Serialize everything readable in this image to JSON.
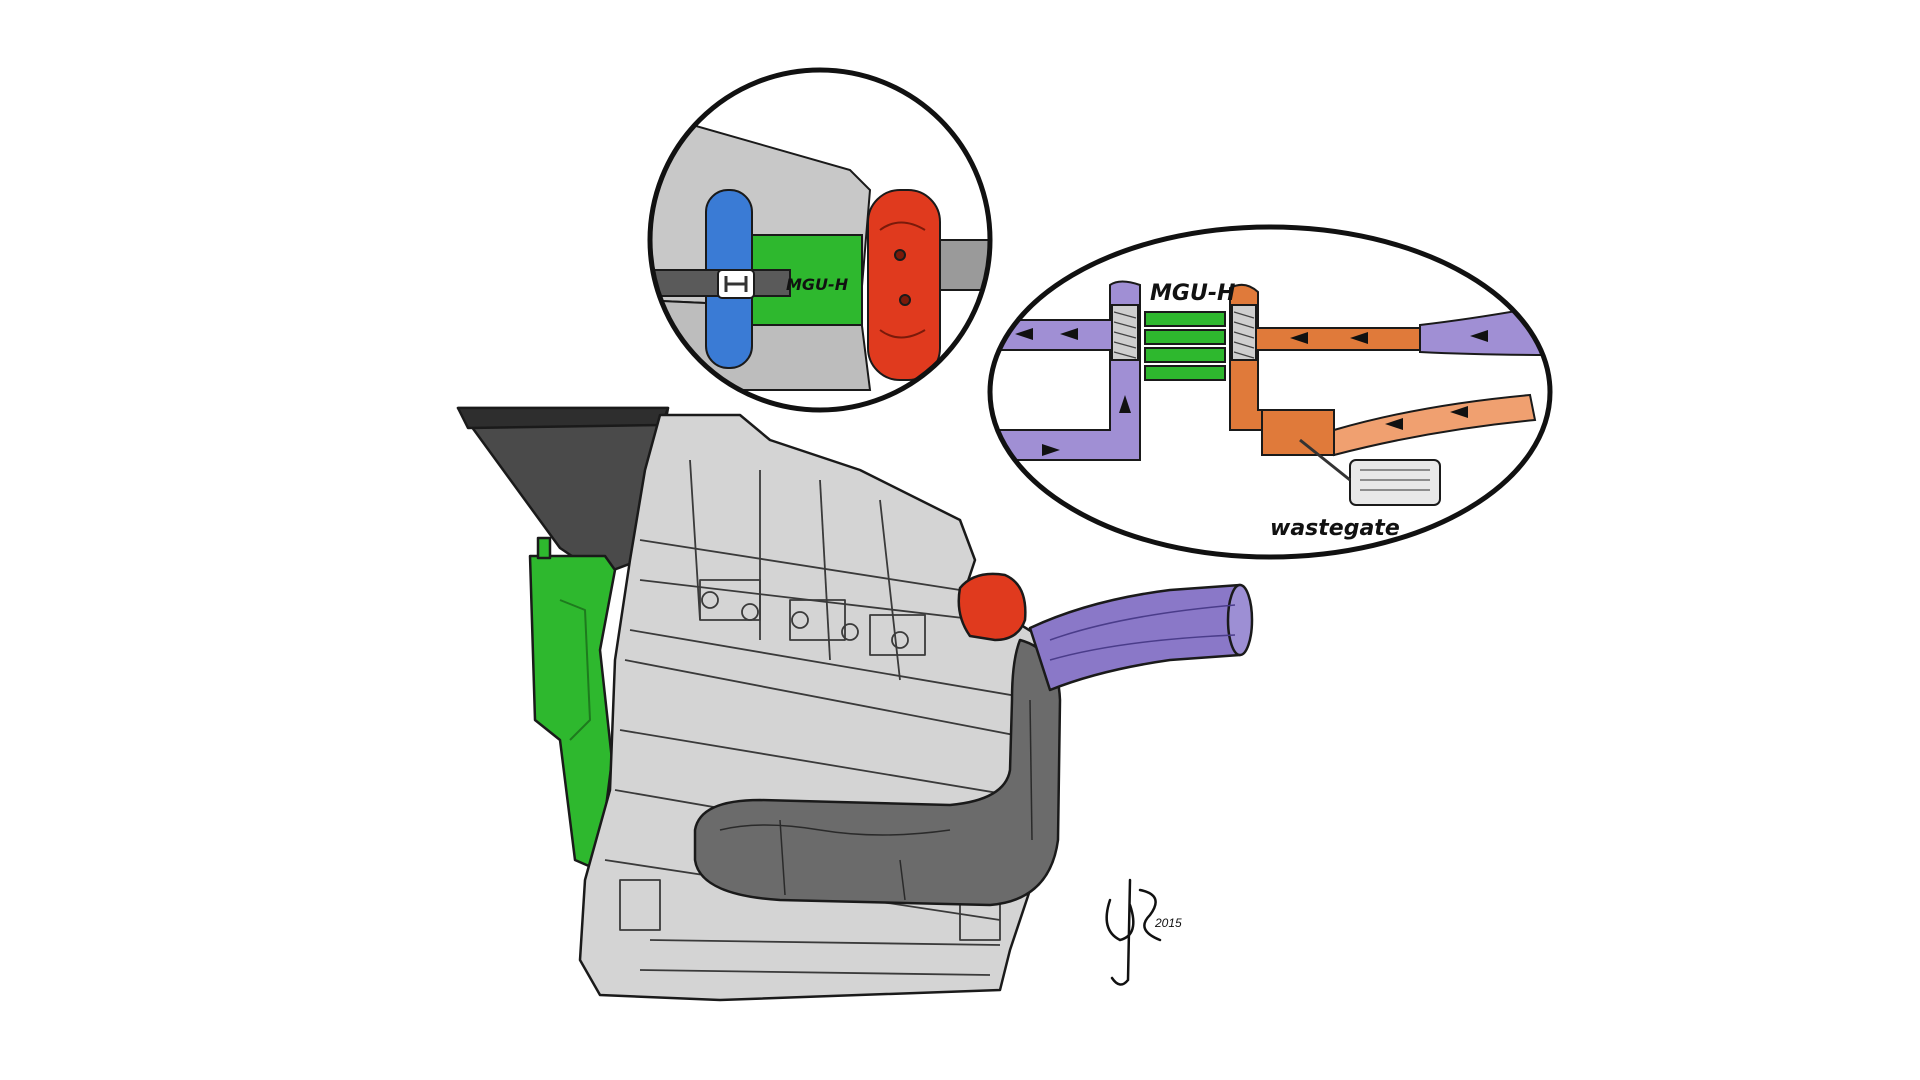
{
  "labels": {
    "inset_left_mgu": "MGU-H",
    "inset_right_mgu": "MGU-H",
    "wastegate": "wastegate"
  },
  "signature": {
    "year": "2015"
  },
  "colors": {
    "engine_block": "#d4d4d4",
    "outline": "#1a1a1a",
    "mgu_green": "#2eb82e",
    "turbine_red": "#e03a1e",
    "compressor_blue": "#3a7bd5",
    "intake_purple": "#8a78c8",
    "exhaust_orange": "#e07a3a",
    "exhaust_gray": "#6b6b6b",
    "trumpet_dark": "#4a4a4a"
  },
  "icons": {
    "brand_badge": "honda-h-logo-icon",
    "flow_arrows": "arrow-right-icon"
  }
}
